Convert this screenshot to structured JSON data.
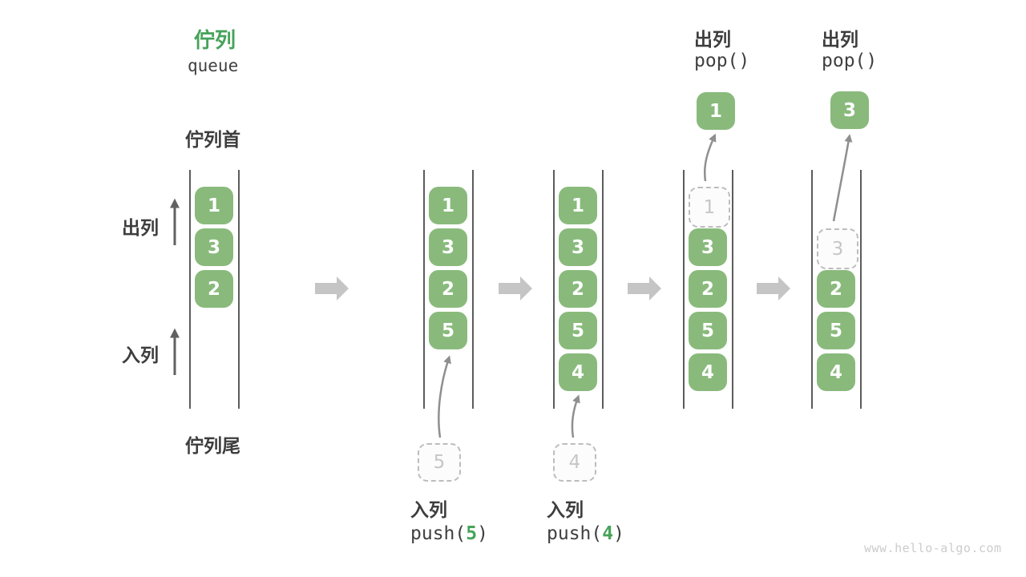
{
  "header": {
    "title": "佇列",
    "subtitle": "queue"
  },
  "labels": {
    "front": "佇列首",
    "rear": "佇列尾",
    "dequeue_side": "出列",
    "enqueue_side": "入列"
  },
  "footer": {
    "watermark": "www.hello-algo.com"
  },
  "colors": {
    "cell_green": "#89BA7C",
    "accent_green": "#47A35A",
    "label_dark": "#3D3D3D",
    "code_dark": "#3F3F3F",
    "ghost_text": "#C6C6C6",
    "ghost_border": "#BDBDBD",
    "container_line": "#5C5C5C",
    "curve_arrow": "#8F8F8F",
    "side_arrow": "#616161",
    "chevron": "#C5C5C5",
    "watermark_gray": "#CCCCCC"
  },
  "diagram": {
    "states": [
      {
        "cells": [
          {
            "row": 0,
            "value": "1",
            "ghost": false
          },
          {
            "row": 1,
            "value": "3",
            "ghost": false
          },
          {
            "row": 2,
            "value": "2",
            "ghost": false
          }
        ],
        "op": null
      },
      {
        "cells": [
          {
            "row": 0,
            "value": "1",
            "ghost": false
          },
          {
            "row": 1,
            "value": "3",
            "ghost": false
          },
          {
            "row": 2,
            "value": "2",
            "ghost": false
          },
          {
            "row": 3,
            "value": "5",
            "ghost": false
          }
        ],
        "op": {
          "type": "push",
          "label": "入列",
          "code_prefix": "push(",
          "code_arg": "5",
          "code_suffix": ")",
          "staged_value": "5"
        }
      },
      {
        "cells": [
          {
            "row": 0,
            "value": "1",
            "ghost": false
          },
          {
            "row": 1,
            "value": "3",
            "ghost": false
          },
          {
            "row": 2,
            "value": "2",
            "ghost": false
          },
          {
            "row": 3,
            "value": "5",
            "ghost": false
          },
          {
            "row": 4,
            "value": "4",
            "ghost": false
          }
        ],
        "op": {
          "type": "push",
          "label": "入列",
          "code_prefix": "push(",
          "code_arg": "4",
          "code_suffix": ")",
          "staged_value": "4"
        }
      },
      {
        "cells": [
          {
            "row": 0,
            "value": "1",
            "ghost": true
          },
          {
            "row": 1,
            "value": "3",
            "ghost": false
          },
          {
            "row": 2,
            "value": "2",
            "ghost": false
          },
          {
            "row": 3,
            "value": "5",
            "ghost": false
          },
          {
            "row": 4,
            "value": "4",
            "ghost": false
          }
        ],
        "op": {
          "type": "pop",
          "label": "出列",
          "code_prefix": "pop()",
          "code_arg": "",
          "code_suffix": "",
          "popped_value": "1"
        }
      },
      {
        "cells": [
          {
            "row": 1,
            "value": "3",
            "ghost": true
          },
          {
            "row": 2,
            "value": "2",
            "ghost": false
          },
          {
            "row": 3,
            "value": "5",
            "ghost": false
          },
          {
            "row": 4,
            "value": "4",
            "ghost": false
          }
        ],
        "op": {
          "type": "pop",
          "label": "出列",
          "code_prefix": "pop()",
          "code_arg": "",
          "code_suffix": "",
          "popped_value": "3"
        }
      }
    ]
  }
}
